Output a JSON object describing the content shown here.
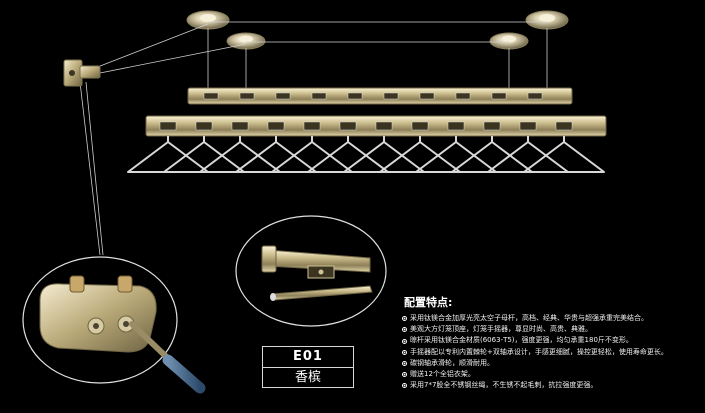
{
  "product": {
    "model_code": "E01",
    "color_name": "香槟"
  },
  "features": {
    "title": "配置特点:",
    "items": [
      "采用钛镁合金加厚光亮太空子母杆，高档、经典、华贵与超强承重完美结合。",
      "美观大方灯笼顶座，灯笼手摇器，尊显时尚、高贵、典雅。",
      "晾杆采用钛镁合金材质(6063-T5)，强度更强，均匀承重180斤不变形。",
      "手摇器配以专利内置棘轮+双轴承设计，手感更细腻，操控更轻松，使用寿命更长。",
      "碳钢轴承滑轮，顺滑耐用。",
      "赠送12个全铝衣架。",
      "采用7*7股全不锈钢丝绳，不生锈不起毛刺，抗拉强度更强。"
    ]
  },
  "colors": {
    "background": "#000000",
    "metal": "#c9b98a",
    "text": "#ffffff"
  }
}
